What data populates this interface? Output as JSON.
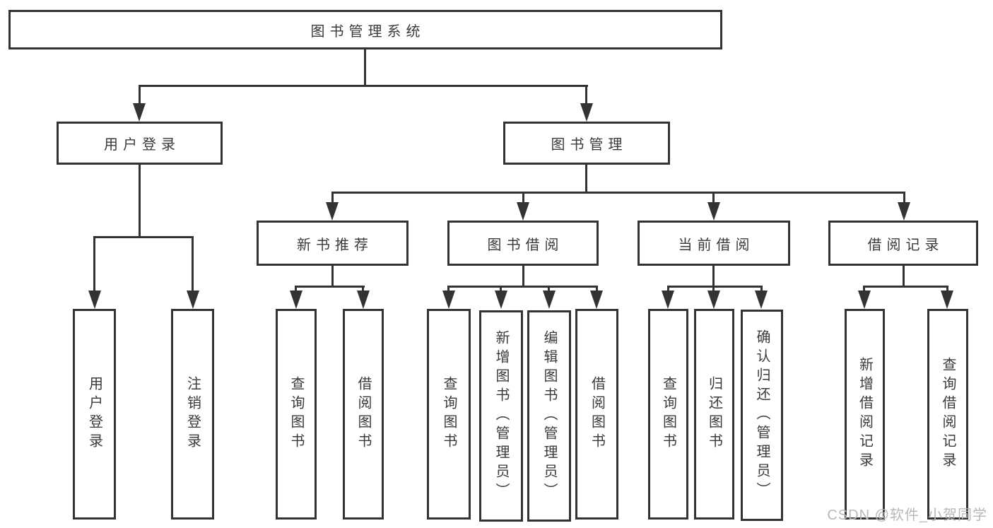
{
  "diagram": {
    "root": {
      "label": "图书管理系统",
      "children": [
        {
          "label": "用户登录",
          "children": [
            {
              "label": "用户登录"
            },
            {
              "label": "注销登录"
            }
          ]
        },
        {
          "label": "图书管理",
          "children": [
            {
              "label": "新书推荐",
              "children": [
                {
                  "label": "查询图书"
                },
                {
                  "label": "借阅图书"
                }
              ]
            },
            {
              "label": "图书借阅",
              "children": [
                {
                  "label": "查询图书"
                },
                {
                  "label": "新增图书（管理员）"
                },
                {
                  "label": "编辑图书（管理员）"
                },
                {
                  "label": "借阅图书"
                }
              ]
            },
            {
              "label": "当前借阅",
              "children": [
                {
                  "label": "查询图书"
                },
                {
                  "label": "归还图书"
                },
                {
                  "label": "确认归还（管理员）"
                }
              ]
            },
            {
              "label": "借阅记录",
              "children": [
                {
                  "label": "新增借阅记录"
                },
                {
                  "label": "查询借阅记录"
                }
              ]
            }
          ]
        }
      ]
    }
  },
  "watermark": {
    "text": "CSDN @软件_小贺同学"
  },
  "colors": {
    "line": "#333333",
    "text": "#3a3a3a",
    "watermark": "#b8b8b8",
    "background": "#ffffff"
  }
}
